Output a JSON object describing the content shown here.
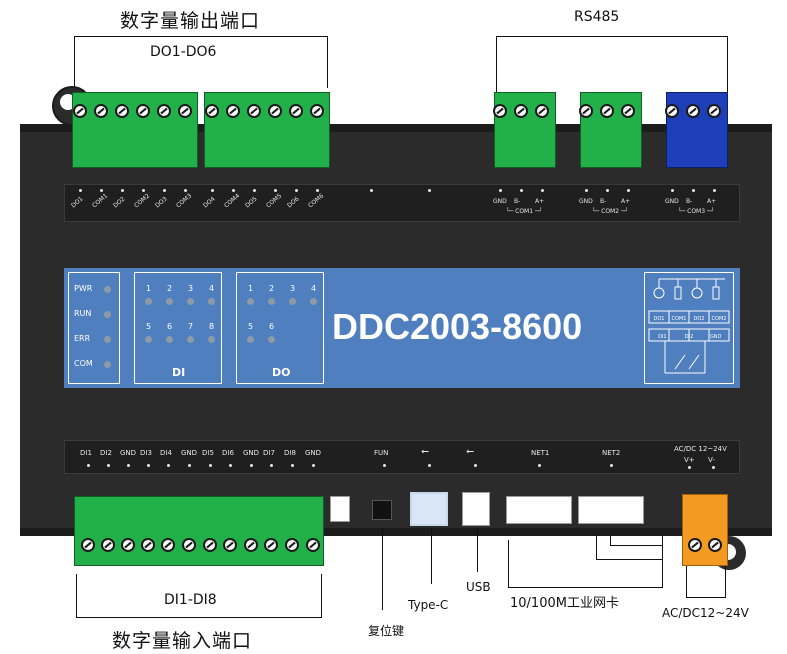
{
  "top_labels": {
    "do_title": "数字量输出端口",
    "do_range": "DO1-DO6",
    "rs485": "RS485"
  },
  "bottom_labels": {
    "di_range": "DI1-DI8",
    "di_title": "数字量输入端口",
    "reset": "复位键",
    "typec": "Type-C",
    "usb": "USB",
    "net": "10/100M工业网卡",
    "power": "AC/DC12~24V"
  },
  "model": "DDC2003-8600",
  "top_terminals": [
    "DO1",
    "COM1",
    "DO2",
    "COM2",
    "DO3",
    "COM3",
    "DO4",
    "COM4",
    "DO5",
    "COM5",
    "DO6",
    "COM6"
  ],
  "rs485_terms": [
    "GND",
    "B-",
    "A+"
  ],
  "rs485_ports": [
    "COM1",
    "COM2",
    "COM3"
  ],
  "status_leds": [
    "PWR",
    "RUN",
    "ERR",
    "COM"
  ],
  "di_box": {
    "label": "DI",
    "nums": [
      "1",
      "2",
      "3",
      "4",
      "5",
      "6",
      "7",
      "8"
    ]
  },
  "do_box": {
    "label": "DO",
    "nums": [
      "1",
      "2",
      "3",
      "4",
      "5",
      "6"
    ]
  },
  "bottom_terminals": [
    "DI1",
    "DI2",
    "GND",
    "DI3",
    "DI4",
    "GND",
    "DI5",
    "DI6",
    "GND",
    "DI7",
    "DI8",
    "GND"
  ],
  "bottom_ports": {
    "fun": "FUN",
    "usb1": "⭠",
    "usb2": "⭠",
    "net1": "NET1",
    "net2": "NET2",
    "power": "AC/DC 12~24V",
    "vplus": "V+",
    "vminus": "V-"
  },
  "schematic": {
    "r1": [
      "DO1",
      "COM1",
      "DO2",
      "COM2"
    ],
    "r2": [
      "DI1",
      "DI2",
      "GND"
    ]
  },
  "colors": {
    "green": "#22b04a",
    "blue": "#1f3fb8",
    "orange": "#f39a22",
    "panel": "#4f7fbf",
    "body": "#2b2b2b"
  }
}
